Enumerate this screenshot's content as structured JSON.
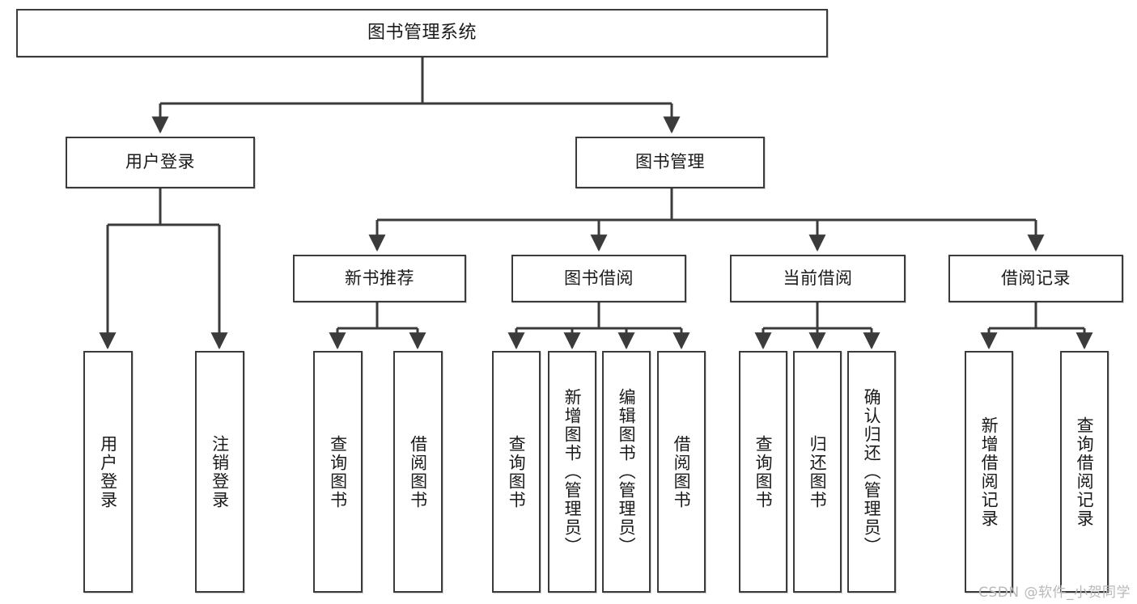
{
  "diagram": {
    "title": "图书管理系统",
    "type": "hierarchy-tree",
    "watermark": "CSDN @软件_小贺同学",
    "colors": {
      "border": "#3b3b3b",
      "background": "#ffffff",
      "text": "#1a1a1a",
      "watermark": "#b9b9b9"
    },
    "levels": {
      "level1": [
        {
          "id": "root",
          "label": "图书管理系统"
        }
      ],
      "level2": [
        {
          "id": "user-login",
          "label": "用户登录"
        },
        {
          "id": "book-management",
          "label": "图书管理"
        }
      ],
      "level3": [
        {
          "id": "new-book-recommend",
          "label": "新书推荐",
          "parent": "book-management"
        },
        {
          "id": "book-borrow",
          "label": "图书借阅",
          "parent": "book-management"
        },
        {
          "id": "current-borrow",
          "label": "当前借阅",
          "parent": "book-management"
        },
        {
          "id": "borrow-record",
          "label": "借阅记录",
          "parent": "book-management"
        }
      ],
      "leaves": [
        {
          "id": "leaf-user-login",
          "label": "用户登录",
          "parent": "user-login"
        },
        {
          "id": "leaf-logout-login",
          "label": "注销登录",
          "parent": "user-login"
        },
        {
          "id": "leaf-query-book-1",
          "label": "查询图书",
          "parent": "new-book-recommend"
        },
        {
          "id": "leaf-borrow-book-1",
          "label": "借阅图书",
          "parent": "new-book-recommend"
        },
        {
          "id": "leaf-query-book-2",
          "label": "查询图书",
          "parent": "book-borrow"
        },
        {
          "id": "leaf-add-book",
          "label": "新增图书（管理员）",
          "parent": "book-borrow"
        },
        {
          "id": "leaf-edit-book",
          "label": "编辑图书（管理员）",
          "parent": "book-borrow"
        },
        {
          "id": "leaf-borrow-book-2",
          "label": "借阅图书",
          "parent": "book-borrow"
        },
        {
          "id": "leaf-query-book-3",
          "label": "查询图书",
          "parent": "current-borrow"
        },
        {
          "id": "leaf-return-book",
          "label": "归还图书",
          "parent": "current-borrow"
        },
        {
          "id": "leaf-confirm-return",
          "label": "确认归还（管理员）",
          "parent": "current-borrow"
        },
        {
          "id": "leaf-add-record",
          "label": "新增借阅记录",
          "parent": "borrow-record"
        },
        {
          "id": "leaf-query-record",
          "label": "查询借阅记录",
          "parent": "borrow-record"
        }
      ]
    }
  }
}
